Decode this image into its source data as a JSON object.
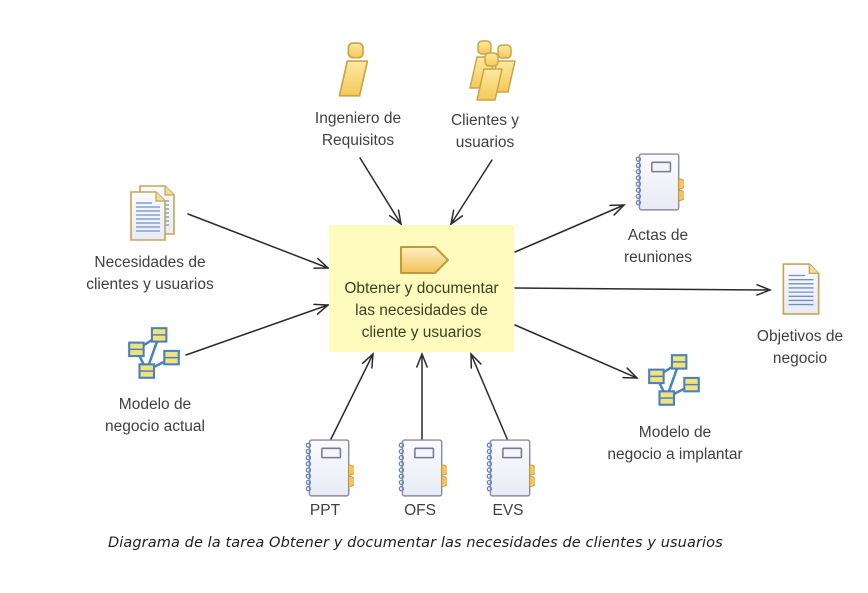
{
  "diagram": {
    "task": {
      "icon": "task-tag-icon",
      "lines": [
        "Obtener y documentar",
        "las necesidades de",
        "cliente y usuarios"
      ]
    },
    "inputs": [
      {
        "id": "ingeniero",
        "icon": "person-icon",
        "lines": [
          "Ingeniero de",
          "Requisitos"
        ]
      },
      {
        "id": "clientes",
        "icon": "people-group-icon",
        "lines": [
          "Clientes y",
          "usuarios"
        ]
      },
      {
        "id": "necesidades",
        "icon": "documents-icon",
        "lines": [
          "Necesidades de",
          "clientes y usuarios"
        ]
      },
      {
        "id": "modelo-actual",
        "icon": "model-diagram-icon",
        "lines": [
          "Modelo de",
          "negocio actual"
        ]
      },
      {
        "id": "ppt",
        "icon": "notebook-icon",
        "lines": [
          "PPT"
        ]
      },
      {
        "id": "ofs",
        "icon": "notebook-icon",
        "lines": [
          "OFS"
        ]
      },
      {
        "id": "evs",
        "icon": "notebook-icon",
        "lines": [
          "EVS"
        ]
      }
    ],
    "outputs": [
      {
        "id": "actas",
        "icon": "notebook-icon",
        "lines": [
          "Actas de",
          "reuniones"
        ]
      },
      {
        "id": "objetivos",
        "icon": "document-icon",
        "lines": [
          "Objetivos de",
          "negocio"
        ]
      },
      {
        "id": "modelo-implantar",
        "icon": "model-diagram-icon",
        "lines": [
          "Modelo de",
          "negocio a implantar"
        ]
      }
    ],
    "caption": "Diagrama de la tarea Obtener y documentar las necesidades de clientes y usuarios"
  },
  "colors": {
    "task_fill": "#fffbbf",
    "arrow": "#2a2a2a",
    "person_fill": "#f8d77a",
    "person_stroke": "#c9a44a",
    "doc_lines": "#6f8fc9",
    "model_stroke": "#4a7fc0",
    "model_fill": "#f1e27a",
    "notebook_spiral": "#6f86b5"
  }
}
